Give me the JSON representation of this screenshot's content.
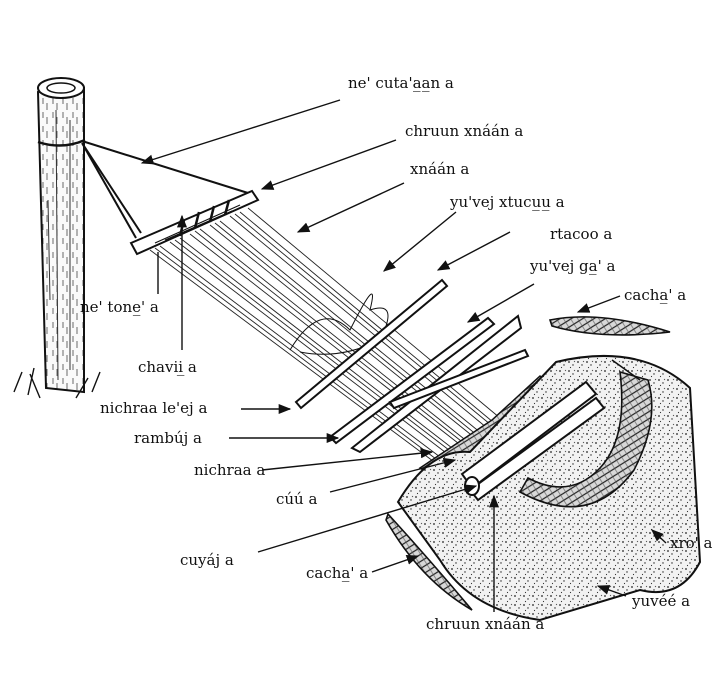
{
  "labels": {
    "pole_top": "ne' cuta'a̲a̲n a",
    "end_bar_top": "chruun xnáán a",
    "warp": "xnáán a",
    "heddle_rod": "yu'vej xtucu̲u̲ a",
    "sword": "rtacoo a",
    "shed_rod": "yu'vej ga̲' a",
    "bobbin_right": "cacha̲' a",
    "lashing": "ne' tone̲' a",
    "cross_stick": "chavii̲ a",
    "weaving_sword_big": "nichraa le'ej a",
    "pick_stick": "rambúj a",
    "batten": "nichraa a",
    "cloth": "cúú a",
    "backstrap_cord": "cuyáj a",
    "bobbin_left": "cacha̲' a",
    "strap": "xro' a",
    "mat": "yuvéé a",
    "end_bar_bottom": "chruun xnáán a"
  }
}
